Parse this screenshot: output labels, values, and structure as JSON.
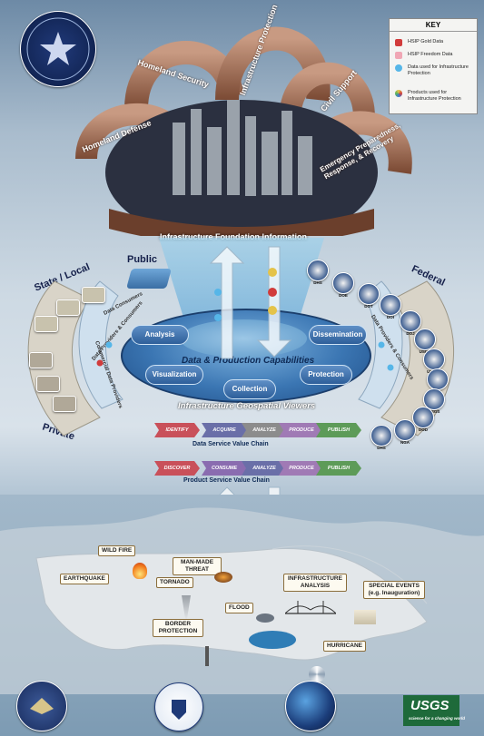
{
  "key": {
    "title": "KEY",
    "items": [
      {
        "label": "HSIP Gold Data",
        "color": "#d13b3b"
      },
      {
        "label": "HSIP Freedom Data",
        "color": "#f0a7b5"
      },
      {
        "label": "Data used for Infrastructure Protection",
        "color": "#56b6e8"
      },
      {
        "label": "Products used for Infrastructure Protection",
        "color": "#e4c34a"
      }
    ]
  },
  "arc_labels": {
    "homeland_security": "Homeland Security",
    "infrastructure_protection": "Infrastructure Protection",
    "civil_support": "Civil Support",
    "homeland_defense": "Homeland Defense",
    "emergency": "Emergency Preparedness, Response, & Recovery"
  },
  "dome_label": "Infrastructure Foundation Information",
  "sectors": {
    "public": "Public",
    "state_local": "State / Local",
    "federal": "Federal",
    "private": "Private"
  },
  "ring_labels": {
    "data_consumers_left": "Data Consumers",
    "data_providers_left": "Data Providers & Consumers",
    "commercial": "Commercial Data Providers",
    "data_providers_right": "Data Providers & Consumers"
  },
  "capabilities": {
    "title": "Data & Production Capabilities",
    "viewers": "Infrastructure Geospatial Viewers",
    "items": {
      "analysis": "Analysis",
      "dissemination": "Dissemination",
      "visualization": "Visualization",
      "collection": "Collection",
      "protection": "Protection"
    }
  },
  "federal_seals": [
    "DHS",
    "DOE",
    "DOT",
    "DOI",
    "DOJ",
    "USDA",
    "USACE",
    "EPA",
    "USGS",
    "DOD",
    "NGA",
    "DHS"
  ],
  "data_chain": {
    "steps": [
      "IDENTIFY",
      "ACQUIRE",
      "ANALYZE",
      "PRODUCE",
      "PUBLISH"
    ],
    "label": "Data Service Value Chain",
    "colors": [
      "#c9505a",
      "#6a6fa8",
      "#8c8c8c",
      "#a07ab5",
      "#5d9b58"
    ]
  },
  "product_chain": {
    "steps": [
      "DISCOVER",
      "CONSUME",
      "ANALYZE",
      "PRODUCE",
      "PUBLISH"
    ],
    "label": "Product Service Value Chain",
    "colors": [
      "#c9505a",
      "#8a6cb0",
      "#6a6fa8",
      "#a07ab5",
      "#5d9b58"
    ]
  },
  "hazards": {
    "wildfire": "WILD FIRE",
    "manmade": "MAN-MADE THREAT",
    "earthquake": "EARTHQUAKE",
    "tornado": "TORNADO",
    "infrastructure": "INFRASTRUCTURE ANALYSIS",
    "special_events": "SPECIAL EVENTS (e.g. Inauguration)",
    "flood": "FLOOD",
    "border": "BORDER PROTECTION",
    "hurricane": "HURRICANE"
  },
  "footer": {
    "usgs": "USGS",
    "usgs_tagline": "science for a changing world"
  }
}
